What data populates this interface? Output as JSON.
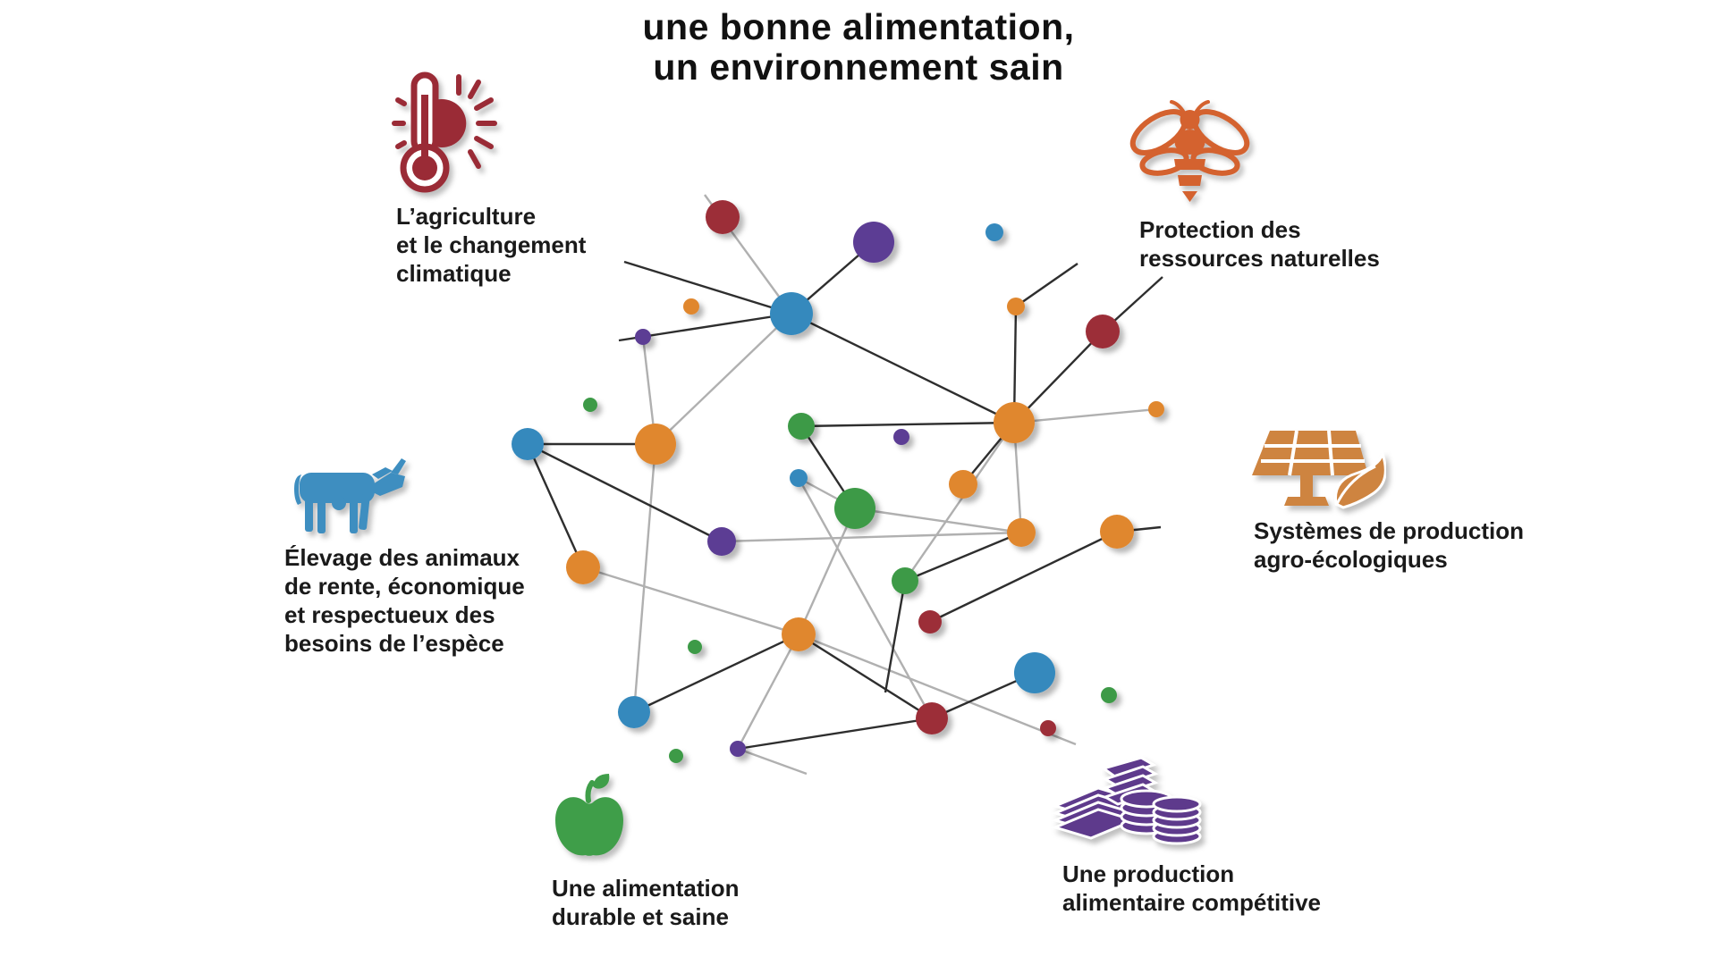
{
  "title": "une bonne alimentation,\nun environnement sain",
  "labels": {
    "climate": "L’agriculture\net le changement\nclimatique",
    "protection": "Protection des\nressources naturelles",
    "elevage": "Élevage des animaux\nde rente, économique\net respectueux des\nbesoins de l’espèce",
    "systemes": "Systèmes de production\nagro-écologiques",
    "alimentation": "Une alimentation\ndurable et saine",
    "production": "Une production\nalimentaire compétitive"
  },
  "icon_colors": {
    "thermometer": "#9A2B36",
    "bee": "#D4622F",
    "cow": "#3E8EC0",
    "solar": "#CE8440",
    "apple": "#3F9E49",
    "money": "#5E3A8C"
  },
  "network": {
    "colors": {
      "blue": "#3489BD",
      "orange": "#E0872F",
      "green": "#3D9A47",
      "purple": "#5C3D94",
      "red": "#9C2D39"
    },
    "nodes": [
      [
        808,
        243,
        19,
        "red"
      ],
      [
        977,
        271,
        23,
        "purple"
      ],
      [
        1112,
        260,
        10,
        "blue"
      ],
      [
        773,
        343,
        9,
        "orange"
      ],
      [
        885,
        351,
        24,
        "blue"
      ],
      [
        719,
        377,
        9,
        "purple"
      ],
      [
        1136,
        343,
        10,
        "orange"
      ],
      [
        1233,
        371,
        19,
        "red"
      ],
      [
        660,
        453,
        8,
        "green"
      ],
      [
        590,
        497,
        18,
        "blue"
      ],
      [
        733,
        497,
        23,
        "orange"
      ],
      [
        896,
        477,
        15,
        "green"
      ],
      [
        1008,
        489,
        9,
        "purple"
      ],
      [
        1134,
        473,
        23,
        "orange"
      ],
      [
        1293,
        458,
        9,
        "orange"
      ],
      [
        893,
        535,
        10,
        "blue"
      ],
      [
        956,
        569,
        23,
        "green"
      ],
      [
        1077,
        542,
        16,
        "orange"
      ],
      [
        1142,
        596,
        16,
        "orange"
      ],
      [
        1249,
        595,
        19,
        "orange"
      ],
      [
        807,
        606,
        16,
        "purple"
      ],
      [
        652,
        635,
        19,
        "orange"
      ],
      [
        1012,
        650,
        15,
        "green"
      ],
      [
        1040,
        696,
        13,
        "red"
      ],
      [
        893,
        710,
        19,
        "orange"
      ],
      [
        777,
        724,
        8,
        "green"
      ],
      [
        1157,
        753,
        23,
        "blue"
      ],
      [
        1240,
        778,
        9,
        "green"
      ],
      [
        709,
        797,
        18,
        "blue"
      ],
      [
        1042,
        804,
        18,
        "red"
      ],
      [
        1172,
        815,
        9,
        "red"
      ],
      [
        756,
        846,
        8,
        "green"
      ],
      [
        825,
        838,
        9,
        "purple"
      ]
    ],
    "edges_dark": [
      [
        698,
        293,
        885,
        351
      ],
      [
        977,
        271,
        885,
        351
      ],
      [
        692,
        381,
        885,
        351
      ],
      [
        590,
        497,
        733,
        497
      ],
      [
        590,
        497,
        652,
        635
      ],
      [
        590,
        497,
        807,
        606
      ],
      [
        885,
        351,
        1134,
        473
      ],
      [
        1136,
        343,
        1134,
        473
      ],
      [
        1136,
        343,
        1205,
        295
      ],
      [
        1233,
        371,
        1134,
        473
      ],
      [
        1233,
        371,
        1300,
        310
      ],
      [
        896,
        477,
        1134,
        473
      ],
      [
        1134,
        473,
        1077,
        542
      ],
      [
        1012,
        650,
        1142,
        596
      ],
      [
        1040,
        696,
        1249,
        595
      ],
      [
        1249,
        595,
        1298,
        590
      ],
      [
        1012,
        650,
        990,
        775
      ],
      [
        1042,
        804,
        1157,
        753
      ],
      [
        1042,
        804,
        825,
        838
      ],
      [
        1042,
        804,
        893,
        710
      ],
      [
        709,
        797,
        893,
        710
      ],
      [
        896,
        477,
        956,
        569
      ]
    ],
    "edges_gray": [
      [
        788,
        218,
        885,
        351
      ],
      [
        719,
        377,
        733,
        497
      ],
      [
        733,
        497,
        885,
        351
      ],
      [
        652,
        635,
        893,
        710
      ],
      [
        1134,
        473,
        1293,
        458
      ],
      [
        807,
        606,
        1142,
        596
      ],
      [
        893,
        535,
        956,
        569
      ],
      [
        893,
        535,
        1042,
        804
      ],
      [
        956,
        569,
        893,
        710
      ],
      [
        893,
        710,
        1203,
        833
      ],
      [
        1134,
        473,
        1142,
        596
      ],
      [
        1134,
        473,
        1012,
        650
      ],
      [
        733,
        497,
        709,
        797
      ],
      [
        825,
        838,
        893,
        710
      ],
      [
        825,
        838,
        902,
        866
      ],
      [
        956,
        569,
        1142,
        596
      ]
    ]
  }
}
